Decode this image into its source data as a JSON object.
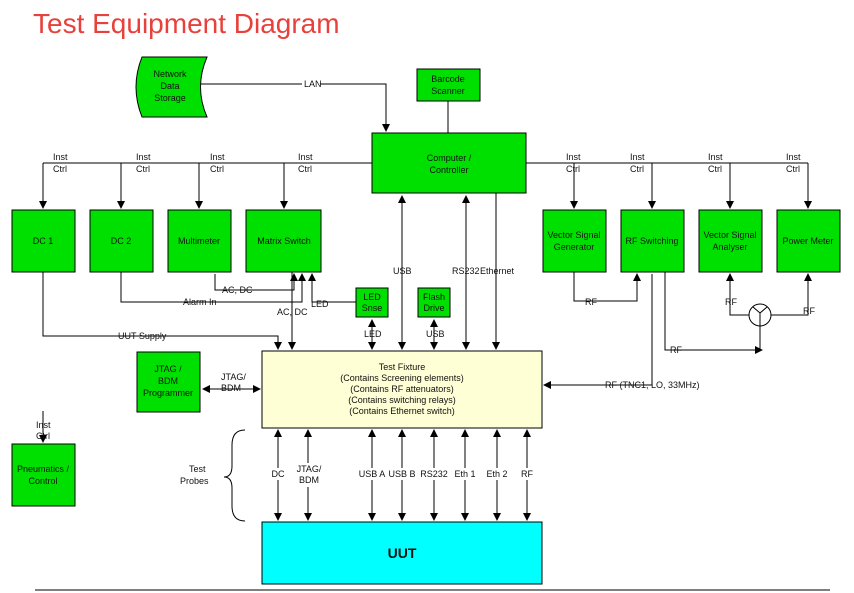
{
  "title": "Test Equipment Diagram",
  "nodes": {
    "network": [
      "Network",
      "Data",
      "Storage"
    ],
    "barcode": [
      "Barcode",
      "Scanner"
    ],
    "computer": [
      "Computer /",
      "Controller"
    ],
    "dc1": [
      "DC 1"
    ],
    "dc2": [
      "DC 2"
    ],
    "multimeter": [
      "Multimeter"
    ],
    "matrix": [
      "Matrix Switch"
    ],
    "vsg": [
      "Vector Signal",
      "Generator"
    ],
    "rfsw": [
      "RF Switching"
    ],
    "vsa": [
      "Vector Signal",
      "Analyser"
    ],
    "power": [
      "Power Meter"
    ],
    "ledsnse": [
      "LED",
      "Snse"
    ],
    "flash": [
      "Flash",
      "Drive"
    ],
    "jtag": [
      "JTAG /",
      "BDM",
      "Programmer"
    ],
    "fixture": [
      "Test Fixture",
      "(Contains Screening elements)",
      "(Contains RF attenuators)",
      "(Contains switching relays)",
      "(Contains Ethernet switch)"
    ],
    "pneumatics": [
      "Pneumatics /",
      "Control"
    ],
    "uut": [
      "UUT"
    ]
  },
  "labels": {
    "lan": "LAN",
    "inst_ctrl": [
      "Inst",
      "Ctrl"
    ],
    "usb": "USB",
    "rs232": "RS232",
    "ethernet": "Ethernet",
    "ac_dc": "AC, DC",
    "alarm_in": "Alarm In",
    "led": "LED",
    "uut_supply": "UUT Supply",
    "jtag_bdm": [
      "JTAG/",
      "BDM"
    ],
    "rf": "RF",
    "rf_fixture": "RF (TNC1, LO, 33MHz)",
    "test_probes": [
      "Test",
      "Probes"
    ],
    "probes": [
      "DC",
      "JTAG/ BDM",
      "USB A",
      "USB B",
      "RS232",
      "Eth 1",
      "Eth 2",
      "RF"
    ]
  }
}
